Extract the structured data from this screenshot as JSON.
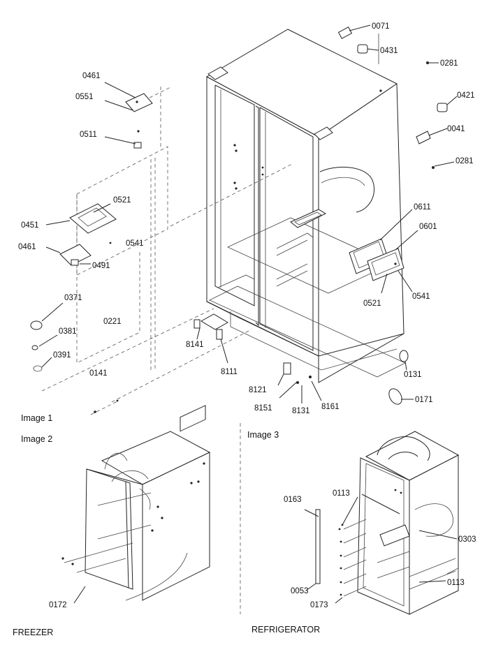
{
  "part_labels": {
    "p0071": "0071",
    "p0431": "0431",
    "p0281a": "0281",
    "p0421": "0421",
    "p0041": "0041",
    "p0281b": "0281",
    "p0461a": "0461",
    "p0551": "0551",
    "p0511": "0511",
    "p0521a": "0521",
    "p0451": "0451",
    "p0541a": "0541",
    "p0461b": "0461",
    "p0491": "0491",
    "p0611": "0611",
    "p0601": "0601",
    "p0521b": "0521",
    "p0541b": "0541",
    "p0371": "0371",
    "p0381": "0381",
    "p0391": "0391",
    "p0221": "0221",
    "p8141": "8141",
    "p0141": "0141",
    "p8111": "8111",
    "p0131": "0131",
    "p8121": "8121",
    "p8151": "8151",
    "p8131": "8131",
    "p8161": "8161",
    "p0171": "0171",
    "p0113a": "0113",
    "p0163": "0163",
    "p0303": "0303",
    "p0053": "0053",
    "p0173": "0173",
    "p0113b": "0113",
    "p0172": "0172"
  },
  "captions": {
    "image1": "Image 1",
    "image2": "Image 2",
    "image3": "Image 3",
    "freezer": "FREEZER",
    "refrigerator": "REFRIGERATOR"
  }
}
